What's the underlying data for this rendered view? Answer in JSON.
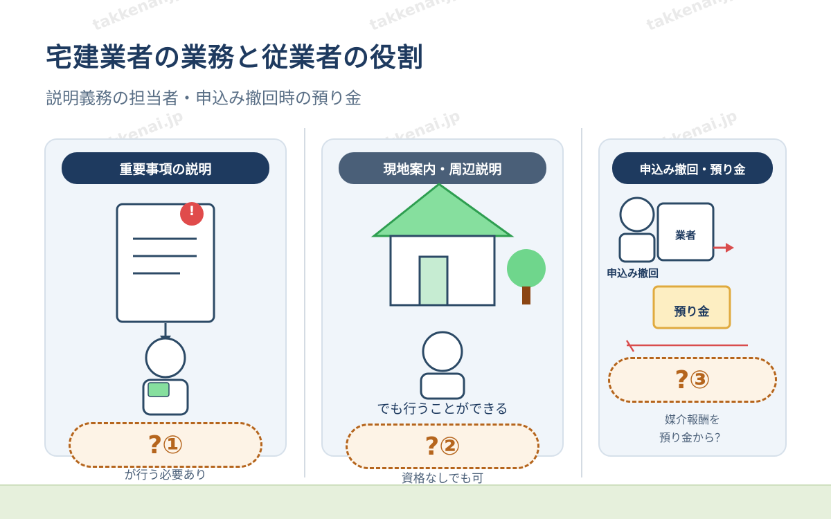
{
  "watermark": "takkenai.jp",
  "header": {
    "title": "宅建業者の業務と従業者の役割",
    "subtitle": "説明義務の担当者・申込み撤回時の預り金"
  },
  "panels": [
    {
      "heading": "重要事項の説明",
      "question": "?①",
      "caption": "が行う必要あり",
      "alert_symbol": "!",
      "icons": [
        "document-icon",
        "alert-icon",
        "person-icon",
        "badge-icon"
      ]
    },
    {
      "heading": "現地案内・周辺説明",
      "question": "?②",
      "overlay_text": "でも行うことができる",
      "caption": "資格なしでも可",
      "icons": [
        "house-icon",
        "tree-icon",
        "person-icon"
      ]
    },
    {
      "heading": "申込み撤回・預り金",
      "question": "?③",
      "agent_label": "業者",
      "withdrawal_label": "申込み撤回",
      "deposit_label": "預り金",
      "caption_lines": [
        "媒介報酬を",
        "預り金から？"
      ],
      "icons": [
        "person-icon",
        "arrow-right-icon",
        "arrow-left-icon"
      ]
    }
  ],
  "colors": {
    "navy": "#1e3a5f",
    "slate": "#4a5f78",
    "roof_green": "#86df9e",
    "question_orange": "#b5651d",
    "deposit_yellow": "#fdeec2",
    "arrow_red": "#d94c4c",
    "alert_red": "#e04b4b"
  }
}
